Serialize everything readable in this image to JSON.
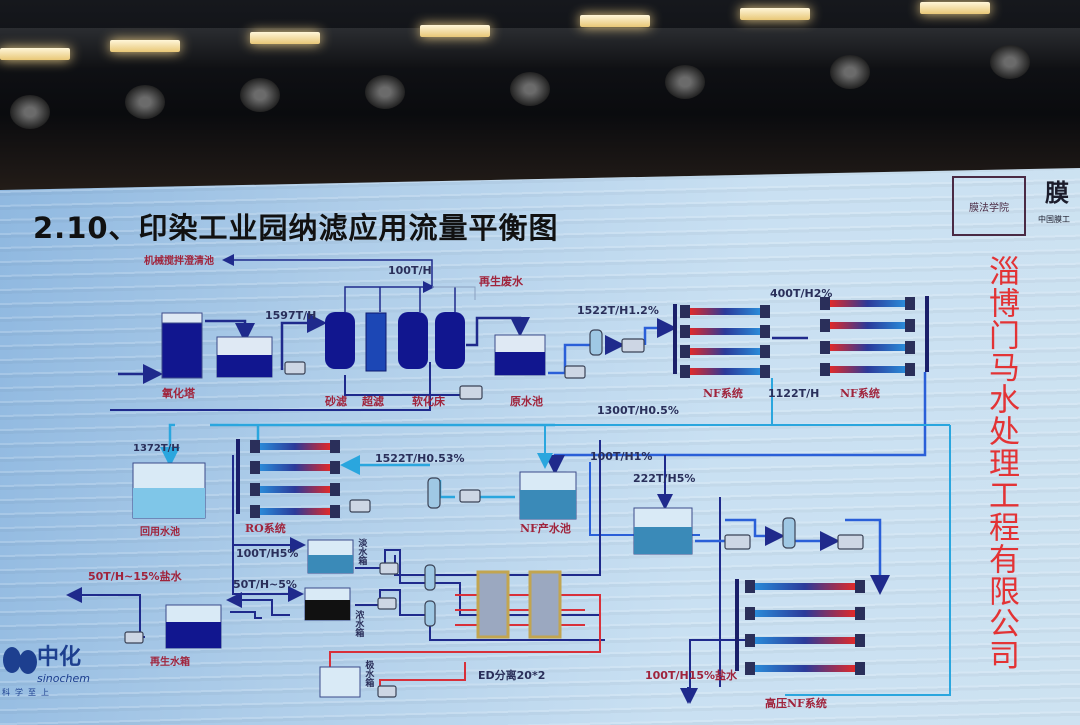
{
  "slide": {
    "title": "2.10、印染工业园纳滤应用流量平衡图",
    "watermark": "淄博门马水处理工程有限公司",
    "logos": {
      "seal_text": "膜法学院",
      "brand_partial": "膜",
      "brand_sub_partial": "中国膜工",
      "sinochem_cn": "中化",
      "sinochem_en": "sinochem",
      "slogan": "科学至上"
    }
  },
  "labels": {
    "clarifier": "机械搅拌澄清池",
    "backwash_flow": "100T/H",
    "regen_waste": "再生废水",
    "feed_flow": "1597T/H",
    "nf_feed_flow": "1522T/H1.2%",
    "nf_conc_flow": "400T/H2%",
    "oxidation_tower": "氧化塔",
    "sand_filter": "砂滤",
    "ultrafilter": "超滤",
    "softener": "软化床",
    "raw_water_tank": "原水池",
    "nf_system_1": "NF系统",
    "nf_interstage_flow": "1122T/H",
    "nf_system_2": "NF系统",
    "nf_permeate_flow": "1300T/H0.5%",
    "reuse_flow": "1372T/H",
    "ro_feed_flow": "1522T/H0.53%",
    "nf_to_ed_flow": "100T/H1%",
    "hp_nf_feed_flow": "222T/H5%",
    "reuse_tank": "回用水池",
    "ro_system": "RO系统",
    "nf_product_tank": "NF产水池",
    "ro_conc_flow": "100T/H5%",
    "dilute_tank": "淡水箱",
    "brine_out": "50T/H~15%盐水",
    "ed_conc_flow": "50T/H~5%",
    "conc_tank": "浓水箱",
    "electrode_tank": "极水箱",
    "regen_tank": "再生水箱",
    "ed_unit": "ED分离20*2",
    "hp_nf_brine": "100T/H15%盐水",
    "hp_nf_system": "高压NF系统"
  },
  "colors": {
    "pipe_dark": "#1f2a8c",
    "pipe_light": "#2aa6de",
    "pipe_red": "#d8303a",
    "label_red": "#a0243c",
    "tank_dark": "#10158a"
  }
}
